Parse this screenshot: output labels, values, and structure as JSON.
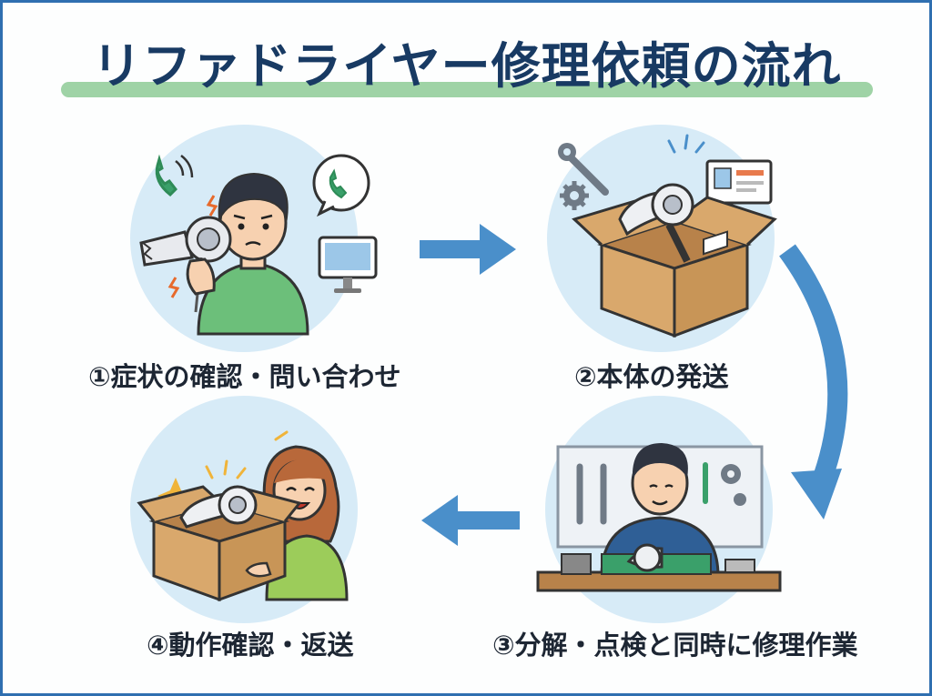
{
  "title": "リファドライヤー修理依頼の流れ",
  "steps": [
    {
      "label": "①症状の確認・問い合わせ"
    },
    {
      "label": "②本体の発送"
    },
    {
      "label": "③分解・点検と同時に修理作業"
    },
    {
      "label": "④動作確認・返送"
    }
  ],
  "colors": {
    "accent": "#2f6fb0",
    "arrow": "#4a8fca",
    "circle": "#d7ebf7",
    "highlight": "#9fd3a6",
    "box": "#d9a86c"
  }
}
